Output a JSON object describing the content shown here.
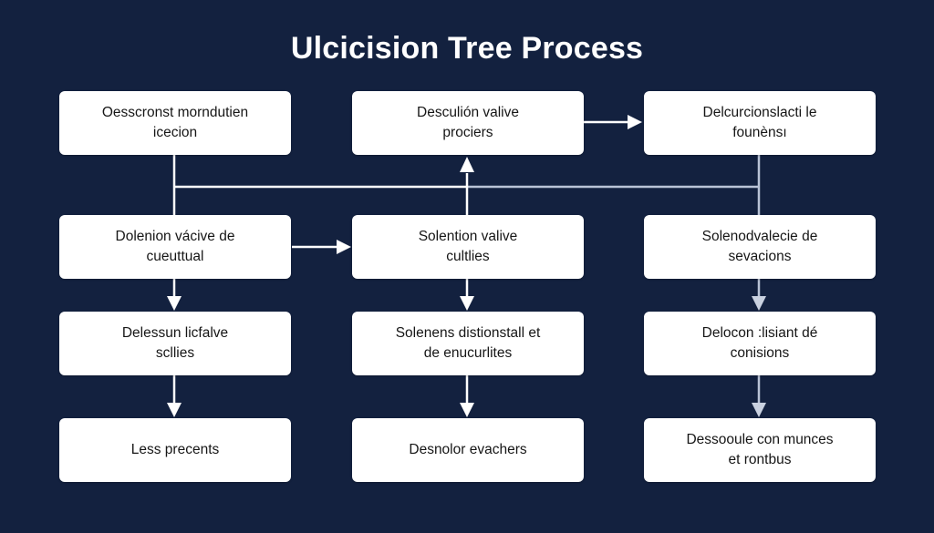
{
  "diagram": {
    "title": "Ulcicision Tree Process",
    "nodes": [
      {
        "id": "n1",
        "label": "Oesscronst morndutien\nicecion"
      },
      {
        "id": "n2",
        "label": "Desculión valive\nprociers"
      },
      {
        "id": "n3",
        "label": "Delcurcionslacti le\nfounènsı"
      },
      {
        "id": "n4",
        "label": "Dolenion vácive de\ncueuttual"
      },
      {
        "id": "n5",
        "label": "Solention valive\ncultlies"
      },
      {
        "id": "n6",
        "label": "Solenodvalecie de\nsevacions"
      },
      {
        "id": "n7",
        "label": "Delessun licfalve\nscllies"
      },
      {
        "id": "n8",
        "label": "Solenens distionstall et\nde enucurlites"
      },
      {
        "id": "n9",
        "label": "Delocon :lisiant dé\nconisions"
      },
      {
        "id": "n10",
        "label": "Less precents"
      },
      {
        "id": "n11",
        "label": "Desnolor evachers"
      },
      {
        "id": "n12",
        "label": "Dessooule con munces\net rontbus"
      }
    ],
    "edges": [
      {
        "from": "n2",
        "to": "n3"
      },
      {
        "from": "n4",
        "to": "n5"
      },
      {
        "from": "n5",
        "to": "n2"
      },
      {
        "from": "n1",
        "to": "n4"
      },
      {
        "from": "n4",
        "to": "n7"
      },
      {
        "from": "n7",
        "to": "n10"
      },
      {
        "from": "n5",
        "to": "n8"
      },
      {
        "from": "n8",
        "to": "n11"
      },
      {
        "from": "n3",
        "to": "n6"
      },
      {
        "from": "n6",
        "to": "n9"
      },
      {
        "from": "n9",
        "to": "n12"
      }
    ],
    "colors": {
      "background": "#13213f",
      "node_fill": "#ffffff",
      "node_text": "#161616",
      "connector": "#ffffff"
    }
  }
}
